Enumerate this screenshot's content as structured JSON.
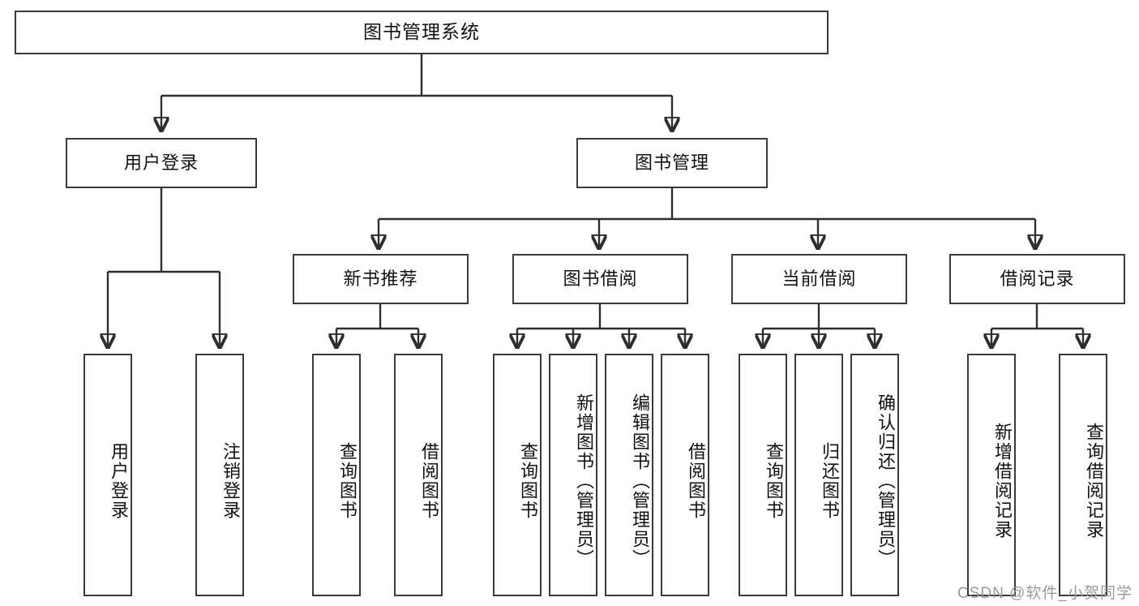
{
  "diagram": {
    "title": "图书管理系统",
    "root": {
      "label": "图书管理系统"
    },
    "level1": [
      {
        "label": "用户登录"
      },
      {
        "label": "图书管理"
      }
    ],
    "level2": [
      {
        "label": "新书推荐"
      },
      {
        "label": "图书借阅"
      },
      {
        "label": "当前借阅"
      },
      {
        "label": "借阅记录"
      }
    ],
    "leaves": {
      "user_login": [
        {
          "label": "用户登录"
        },
        {
          "label": "注销登录"
        }
      ],
      "new_book_recommend": [
        {
          "label": "查询图书"
        },
        {
          "label": "借阅图书"
        }
      ],
      "book_borrow": [
        {
          "label": "查询图书"
        },
        {
          "label": "新增图书（管理员）"
        },
        {
          "label": "编辑图书（管理员）"
        },
        {
          "label": "借阅图书"
        }
      ],
      "current_borrow": [
        {
          "label": "查询图书"
        },
        {
          "label": "归还图书"
        },
        {
          "label": "确认归还（管理员）"
        }
      ],
      "borrow_record": [
        {
          "label": "新增借阅记录"
        },
        {
          "label": "查询借阅记录"
        }
      ]
    }
  },
  "watermark": {
    "text": "CSDN @软件_小贺同学"
  },
  "colors": {
    "border": "#3a3a3a",
    "line": "#2e2e2e",
    "background": "#ffffff",
    "text": "#111111",
    "watermark": "#9a9a9a"
  }
}
